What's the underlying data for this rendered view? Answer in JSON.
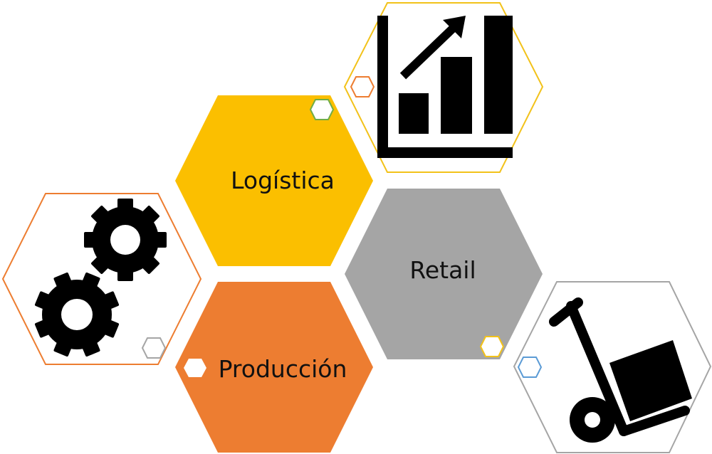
{
  "labels": {
    "logistica": "Logística",
    "retail": "Retail",
    "produccion": "Producción"
  },
  "colors": {
    "logistica": "#FBBF00",
    "retail": "#A5A5A5",
    "produccion": "#ED7D31",
    "orange_outline": "#ED7D31",
    "gold_outline": "#F2C21A",
    "gray_outline": "#A5A5A5",
    "green_outline": "#70AD47",
    "blue_outline": "#5B9BD5",
    "icon": "#000000"
  },
  "icons": {
    "gears": "gears-icon",
    "growth_chart": "growth-chart-icon",
    "hand_truck": "hand-truck-icon"
  }
}
